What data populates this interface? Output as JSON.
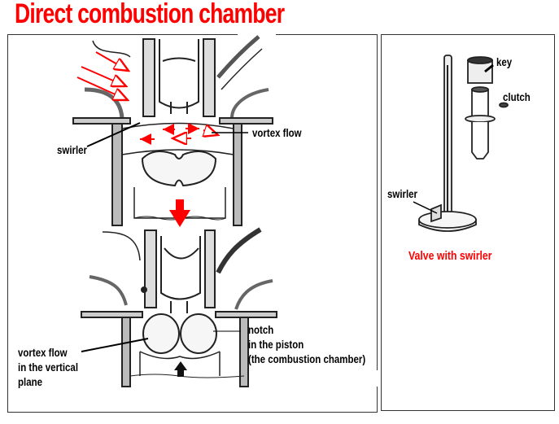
{
  "title": "Direct combustion chamber",
  "left_panel": {
    "top_diagram": {
      "labels": {
        "swirler": "swirler",
        "vortex_flow": "vortex flow"
      }
    },
    "bottom_diagram": {
      "labels": {
        "vortex_vertical_line1": "vortex flow",
        "vortex_vertical_line2": "in the vertical",
        "vortex_vertical_line3": "plane",
        "notch_line1": "notch",
        "notch_line2": "in the piston",
        "notch_line3": "(the combustion chamber)"
      }
    }
  },
  "right_panel": {
    "labels": {
      "key": "key",
      "clutch": "clutch",
      "swirler": "swirler"
    },
    "caption": "Valve with swirler"
  },
  "colors": {
    "title": "#ff0000",
    "arrows": "#ff0000",
    "caption": "#ff0000",
    "lines": "#222222"
  }
}
